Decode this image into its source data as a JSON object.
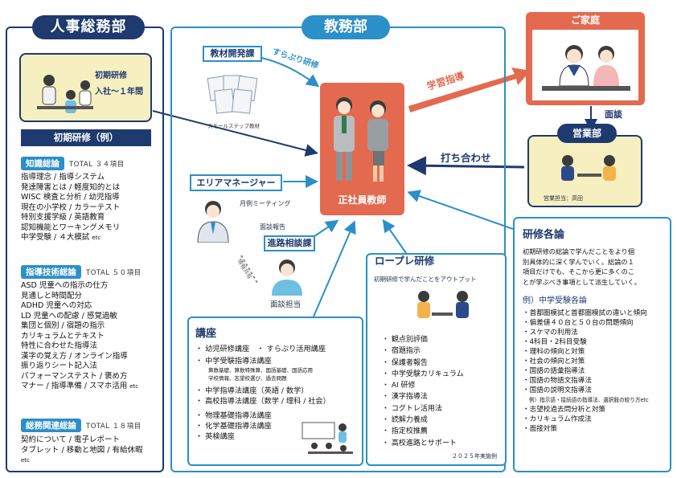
{
  "hr": {
    "title": "人事総務部",
    "training_line1": "初期研修",
    "training_line2": "入社～１年間",
    "init_bar": "初期研修（例）",
    "sections": [
      {
        "pill": "知識総論",
        "total": "TOTAL ３４項目",
        "items": [
          "指導理念 / 指導システム",
          "発達障害とは / 軽度知的とは",
          "WISC 検査と分析 / 幼児指導",
          "現在の小学校 / カラーテスト",
          "特別支援学級 / 英語教育",
          "認知機能とワーキングメモリ",
          "中学受験 / ４大模試"
        ],
        "etc": "etc"
      },
      {
        "pill": "指導技術総論",
        "total": "TOTAL ５０項目",
        "items": [
          "ASD 児童への指示の仕方",
          "見通しと時間配分",
          "ADHD 児童への対応",
          "LD 児童への配慮 / 感覚過敏",
          "集団と個別 / 宿題の指示",
          "カリキュラムとテキスト",
          "特性に合わせた指導法",
          "漢字の覚え方 / オンライン指導",
          "振り返りシート記入法",
          "パフォーマンステスト / 褒め方",
          "マナー / 指導準備 / スマホ活用"
        ],
        "etc": "etc"
      },
      {
        "pill": "総務関連総論",
        "total": "TOTAL １８項目",
        "items": [
          "契約について / 電子レポート",
          "タブレット / 移動と地図 / 有給休暇"
        ],
        "etc": "etc"
      }
    ]
  },
  "edu": {
    "title": "教務部",
    "material_dev": "教材開発課",
    "surapuri": "すらぷり研修",
    "small_step": "スモールステップ教材",
    "area_manager": "エリアマネージャー",
    "monthly_meeting": "月例ミーティング",
    "interview_report": "面談報告",
    "career_section": "進路相談課",
    "info_share": "情報共有",
    "interviewer": "面談担当",
    "teacher": "正社員教師",
    "learning_guidance": "学習指導",
    "meeting": "打ち合わせ"
  },
  "home": {
    "title": "ご家庭",
    "interview": "面談"
  },
  "sales": {
    "title": "営業部",
    "staff": "営業担当：高田"
  },
  "roleplay": {
    "title": "ロープレ研修",
    "subtitle": "初期研修で学んだことをアウトプット",
    "items": [
      "観点別評価",
      "宿題指示",
      "保護者報告",
      "中学受験カリキュラム",
      "AI 研修",
      "漢字指導法",
      "コグトレ活用法",
      "読解力養成",
      "指定校推薦",
      "高校進路とサポート"
    ],
    "note": "２０２５年実施例"
  },
  "koza": {
    "title": "講座",
    "row1a": "・ 幼児研修講座",
    "row1b": "・ すらぷり活用講座",
    "row2": "・ 中学受験指導法講座",
    "sub1": "算数基礎、算数特殊算、国語基礎、国語応用",
    "sub2": "学校情報、志望校選び、過去問題",
    "row3": "・ 中学指導法講座（英語 / 数学）",
    "row4": "・ 高校指導法講座（数学 / 理科 / 社会）",
    "row5": "・ 物理基礎指導法講座",
    "row6": "・ 化学基礎指導法講座",
    "row7": "・ 英検講座"
  },
  "kenshu": {
    "title": "研修各論",
    "desc": [
      "初期研修の総論で学んだことをより個",
      "別具体的に深く学んでいく。総論の１",
      "項目だけでも、そこから更に多くのこ",
      "とが学ぶべき事項として派生していく。"
    ],
    "example": "例）中学受験各論",
    "items": [
      "・首都圏模試と首都圏模試の違いと傾向",
      "・偏差値４０台と５０台の問題傾向",
      "・スケマの利用法",
      "・4科目・2科目受験",
      "・理科の傾向と対策",
      "・社会の傾向と対策",
      "・国語の語彙指導法",
      "・国語の物語文指導法",
      "・国語の説明文指導法"
    ],
    "subnote": "例）指示語・接続語の指導法、選択肢の絞り方etc",
    "items2": [
      "・志望校過去問分析と対策",
      "・カリキュラム作成法",
      "・面接対策"
    ]
  },
  "colors": {
    "navy": "#1e3a6e",
    "blue": "#2b8fc9",
    "coral": "#e36a4f",
    "cream": "#f6efc0"
  }
}
